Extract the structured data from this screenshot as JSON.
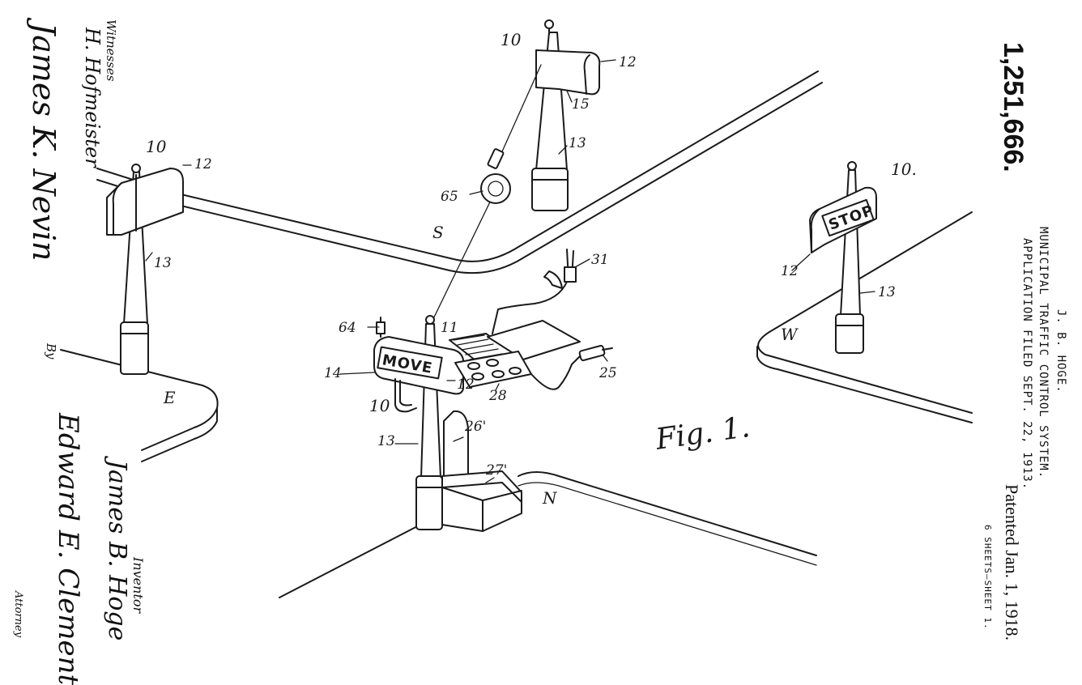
{
  "patent": {
    "number": "1,251,666.",
    "inventor_header": "J. B. HOGE.",
    "title": "MUNICIPAL TRAFFIC CONTROL SYSTEM.",
    "application": "APPLICATION FILED SEPT. 22, 1913.",
    "patented": "Patented Jan. 1, 1918.",
    "sheets": "6 SHEETS—SHEET 1."
  },
  "figure": {
    "label": "Fig. 1.",
    "sign_move": "MOVE",
    "sign_stop": "STOP",
    "refs": {
      "r10_top": "10",
      "r12_top": "12",
      "r15_top": "15",
      "r13_top": "13",
      "r65": "65",
      "r10_left": "10",
      "r12_left": "12",
      "r13_left": "13",
      "r10_right": "10.",
      "r12_right": "12",
      "r13_right": "13",
      "r31": "31",
      "r64": "64",
      "r11": "11",
      "r14": "14",
      "r12_center": "12",
      "r28": "28",
      "r25": "25",
      "r10_center": "10",
      "r26p": "26'",
      "r13_center": "13",
      "r27p": "27'"
    },
    "corners": {
      "s": "S",
      "e": "E",
      "w": "W",
      "n": "N"
    }
  },
  "signatures": {
    "witnesses_label": "Witnesses",
    "witness_1": "H. Hofmeister",
    "witness_2": "James K. Nevin",
    "by": "By",
    "inventor_name": "James B. Hoge",
    "inventor_label": "Inventor",
    "attorney_name": "Edward E. Clement",
    "attorney_label": "Attorney"
  }
}
